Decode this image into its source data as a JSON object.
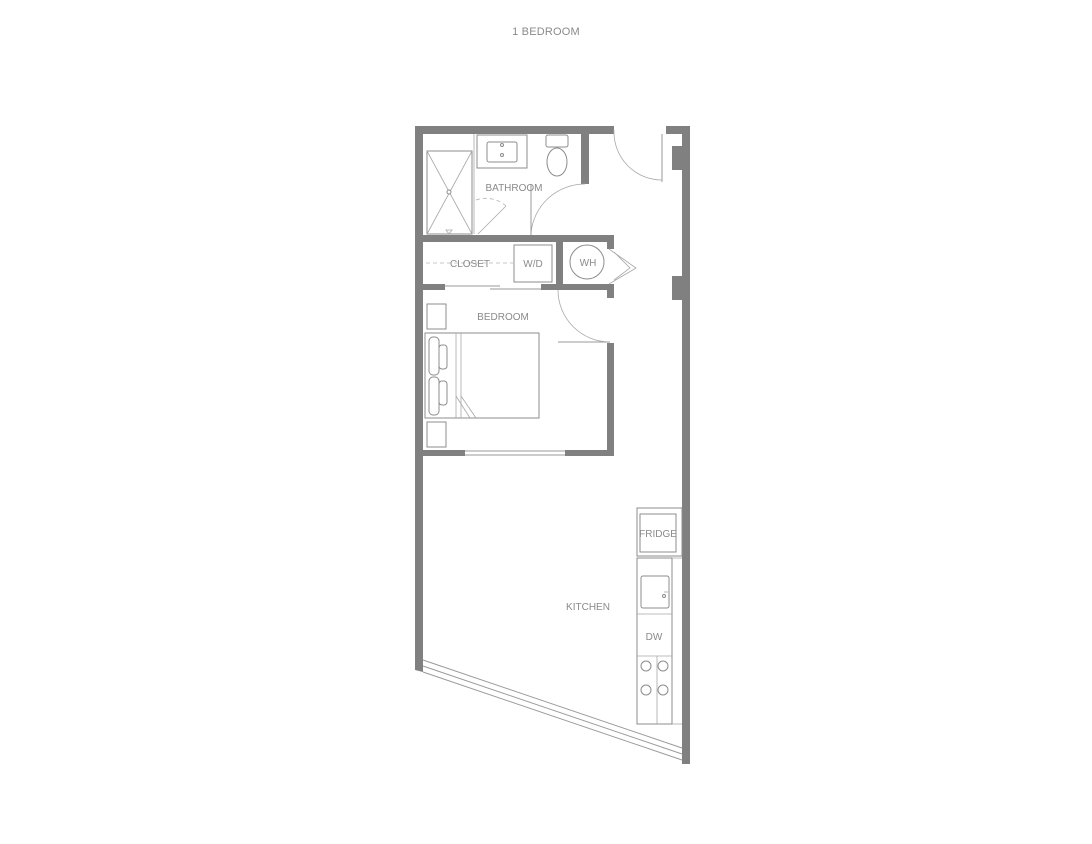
{
  "title": "1 BEDROOM",
  "rooms": {
    "bathroom": "BATHROOM",
    "closet": "CLOSET",
    "washer_dryer": "W/D",
    "water_heater": "WH",
    "bedroom": "BEDROOM",
    "fridge": "FRIDGE",
    "kitchen": "KITCHEN",
    "dishwasher": "DW"
  },
  "colors": {
    "wall": "#808080",
    "line": "#9a9a9a",
    "text": "#8a8a8a"
  }
}
